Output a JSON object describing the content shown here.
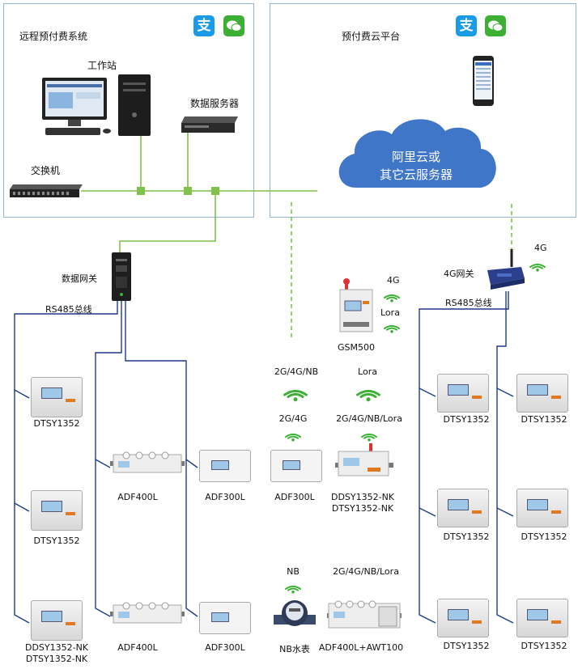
{
  "panels": {
    "left_title": "远程预付费系统",
    "right_title": "预付费云平台"
  },
  "icons": {
    "alipay_glyph": "支",
    "alipay_color": "#1a9be8",
    "wechat_color": "#3cb034"
  },
  "cloud": {
    "line1": "阿里云或",
    "line2": "其它云服务器",
    "color": "#3f76c7"
  },
  "nodes": {
    "workstation": "工作站",
    "data_server": "数据服务器",
    "switch": "交换机",
    "data_gateway": "数据网关",
    "gateway_4g": "4G网关",
    "gsm500": "GSM500"
  },
  "bus": {
    "left": "RS485总线",
    "right": "RS485总线"
  },
  "wireless": {
    "gw_4g": "4G",
    "gsm_4g": "4G",
    "gsm_lora": "Lora",
    "a": "2G/4G/NB",
    "b": "Lora",
    "c": "2G/4G",
    "d": "2G/4G/NB/Lora",
    "e": "NB",
    "f": "2G/4G/NB/Lora"
  },
  "devices": {
    "l1": "DTSY1352",
    "l2": "DTSY1352",
    "l3a": "DDSY1352-NK",
    "l3b": "DTSY1352-NK",
    "adf400l_1": "ADF400L",
    "adf400l_2": "ADF400L",
    "adf300l_1": "ADF300L",
    "adf300l_2": "ADF300L",
    "adf300l_3": "ADF300L",
    "ddsy_a": "DDSY1352-NK",
    "ddsy_b": "DTSY1352-NK",
    "nb_meter": "NB水表",
    "adf_awt": "ADF400L+AWT100",
    "r1": "DTSY1352",
    "r2": "DTSY1352",
    "r3": "DTSY1352",
    "r4": "DTSY1352",
    "r5": "DTSY1352",
    "r6": "DTSY1352"
  },
  "colors": {
    "green_line": "#7ec24a",
    "bus_line": "#1c3a8a",
    "panel_border": "#8fb4d6",
    "wifi": "#3cb034"
  }
}
